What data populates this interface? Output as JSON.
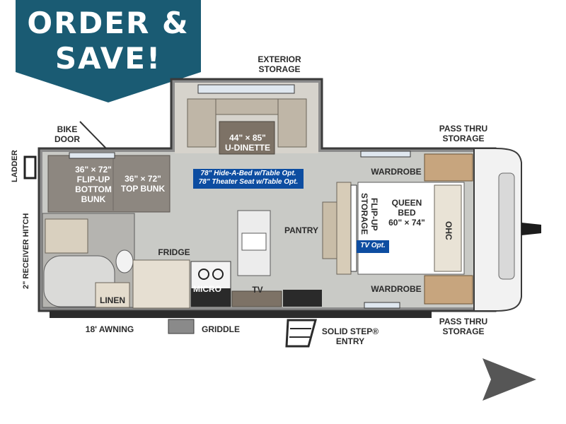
{
  "banner": {
    "text": "ORDER &\nSAVE!",
    "color": "#1a5b73"
  },
  "labels": {
    "exterior_storage": "EXTERIOR\nSTORAGE",
    "bike_door": "BIKE\nDOOR",
    "ladder": "LADDER",
    "receiver_hitch": "2\" RECEIVER HITCH",
    "awning": "18' AWNING",
    "griddle": "GRIDDLE",
    "solid_step_entry": "SOLID STEP®\nENTRY",
    "pass_thru_top": "PASS THRU\nSTORAGE",
    "pass_thru_bottom": "PASS THRU\nSTORAGE"
  },
  "rooms": {
    "u_dinette": "44\" × 85\"\nU-DINETTE",
    "flip_up_bunk": "36\" × 72\"\nFLIP-UP\nBOTTOM\nBUNK",
    "top_bunk": "36\" × 72\"\nTOP BUNK",
    "wardrobe_top": "WARDROBE",
    "wardrobe_bottom": "WARDROBE",
    "pantry": "PANTRY",
    "flip_up_storage": "FLIP-UP\nSTORAGE",
    "queen_bed": "QUEEN\nBED\n60\" × 74\"",
    "ohc": "OHC",
    "fridge": "FRIDGE",
    "micro": "MICRO",
    "tv": "TV",
    "linen": "LINEN"
  },
  "options": {
    "dinette_opt": "78\" Hide-A-Bed w/Table Opt.\n78\" Theater Seat w/Table Opt.",
    "tv_opt": "TV Opt."
  },
  "nav": {
    "next_icon": "play-arrow-icon"
  }
}
